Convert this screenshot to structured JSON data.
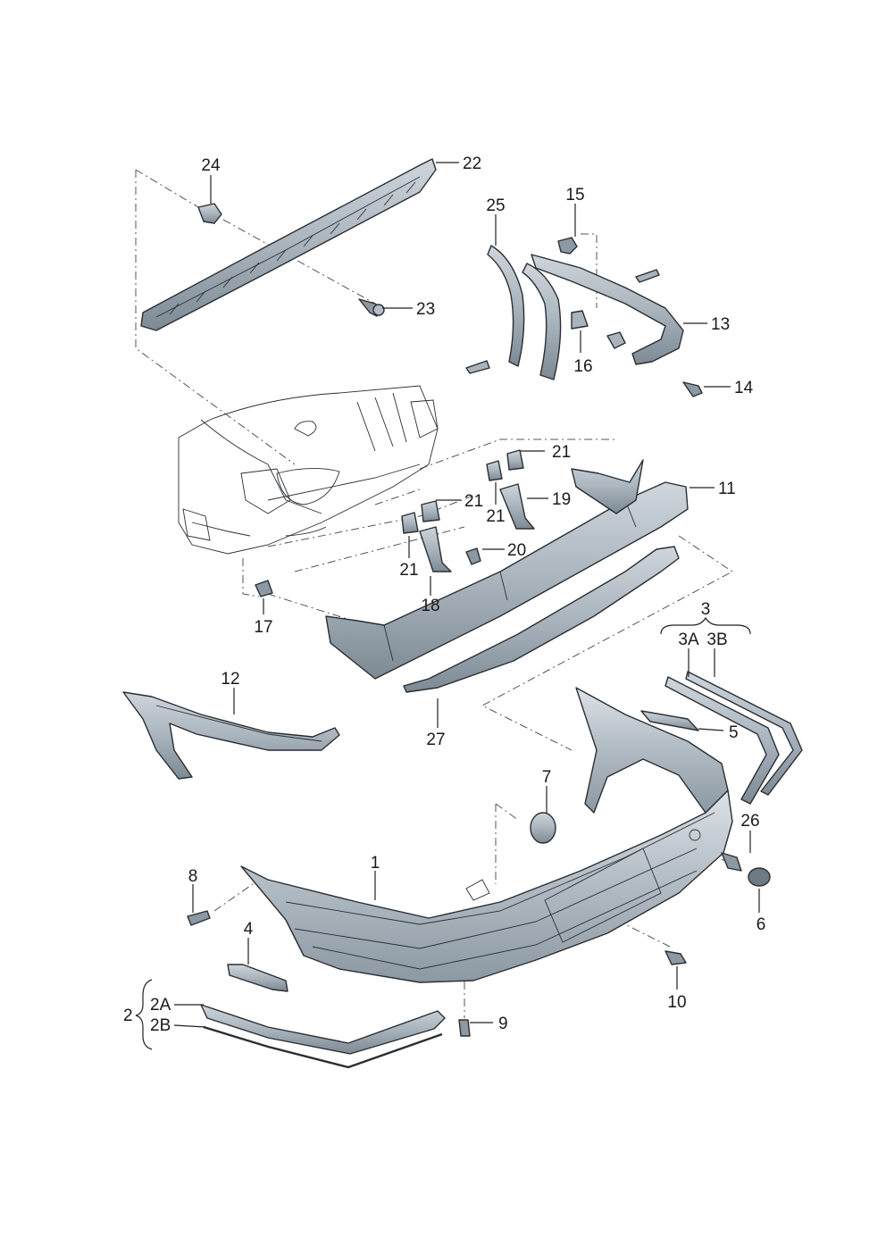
{
  "callouts": {
    "p1": "1",
    "p2": "2",
    "p2a": "2A",
    "p2b": "2B",
    "p3": "3",
    "p3a": "3A",
    "p3b": "3B",
    "p4": "4",
    "p5": "5",
    "p6": "6",
    "p7": "7",
    "p8": "8",
    "p9": "9",
    "p10": "10",
    "p11": "11",
    "p12": "12",
    "p13": "13",
    "p14": "14",
    "p15": "15",
    "p16": "16",
    "p17": "17",
    "p18": "18",
    "p19": "19",
    "p20": "20",
    "p21a": "21",
    "p21b": "21",
    "p21c": "21",
    "p21d": "21",
    "p22": "22",
    "p23": "23",
    "p24": "24",
    "p25": "25",
    "p26": "26",
    "p27": "27"
  },
  "colors": {
    "part_fill": "#a9b4bd",
    "part_dark": "#6e7a84",
    "part_light": "#d7dde2",
    "car_fill": "#e4e7ea"
  }
}
